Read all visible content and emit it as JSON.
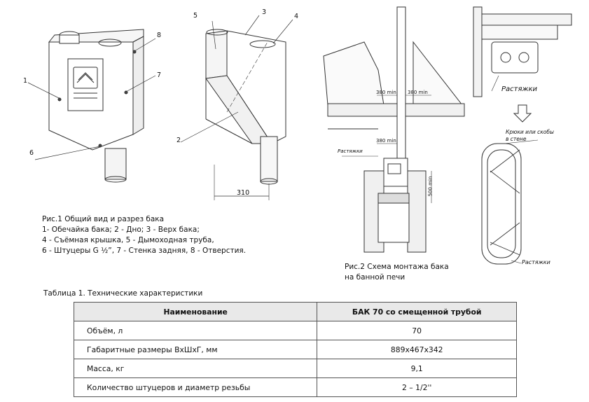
{
  "figure1": {
    "callouts": [
      "1",
      "2",
      "3",
      "4",
      "5",
      "6",
      "7",
      "8"
    ],
    "dimension": "310",
    "caption_lines": [
      "Рис.1 Общий вид и разрез бака",
      "1- Обечайка бака; 2 - Дно; 3 - Верх бака;",
      "4 - Съёмная крышка, 5 - Дымоходная труба,",
      "6 - Штуцеры G ½”, 7 - Стенка задняя, 8 - Отверстия."
    ]
  },
  "figure2": {
    "dim_left": "380 min",
    "dim_right": "380 min",
    "dim_lower": "380 min",
    "dim_vertical": "500 min",
    "label_rastyazhki": "Растяжки",
    "caption_lines": [
      "Рис.2 Схема монтажа бака",
      "на банной печи"
    ]
  },
  "figure3": {
    "label_rastyazhki_top": "Растяжки",
    "label_hooks_line1": "Крюки или скобы",
    "label_hooks_line2": "в стене",
    "label_rastyazhki_bottom": "Растяжки"
  },
  "table": {
    "caption": "Таблица 1. Технические характеристики",
    "headers": [
      "Наименование",
      "БАК 70 со смещенной трубой"
    ],
    "rows": [
      [
        "Объём, л",
        "70"
      ],
      [
        "Габаритные размеры ВхШхГ, мм",
        "889х467х342"
      ],
      [
        "Масса, кг",
        "9,1"
      ],
      [
        "Количество штуцеров и диаметр резьбы",
        "2 – 1/2''"
      ]
    ]
  }
}
